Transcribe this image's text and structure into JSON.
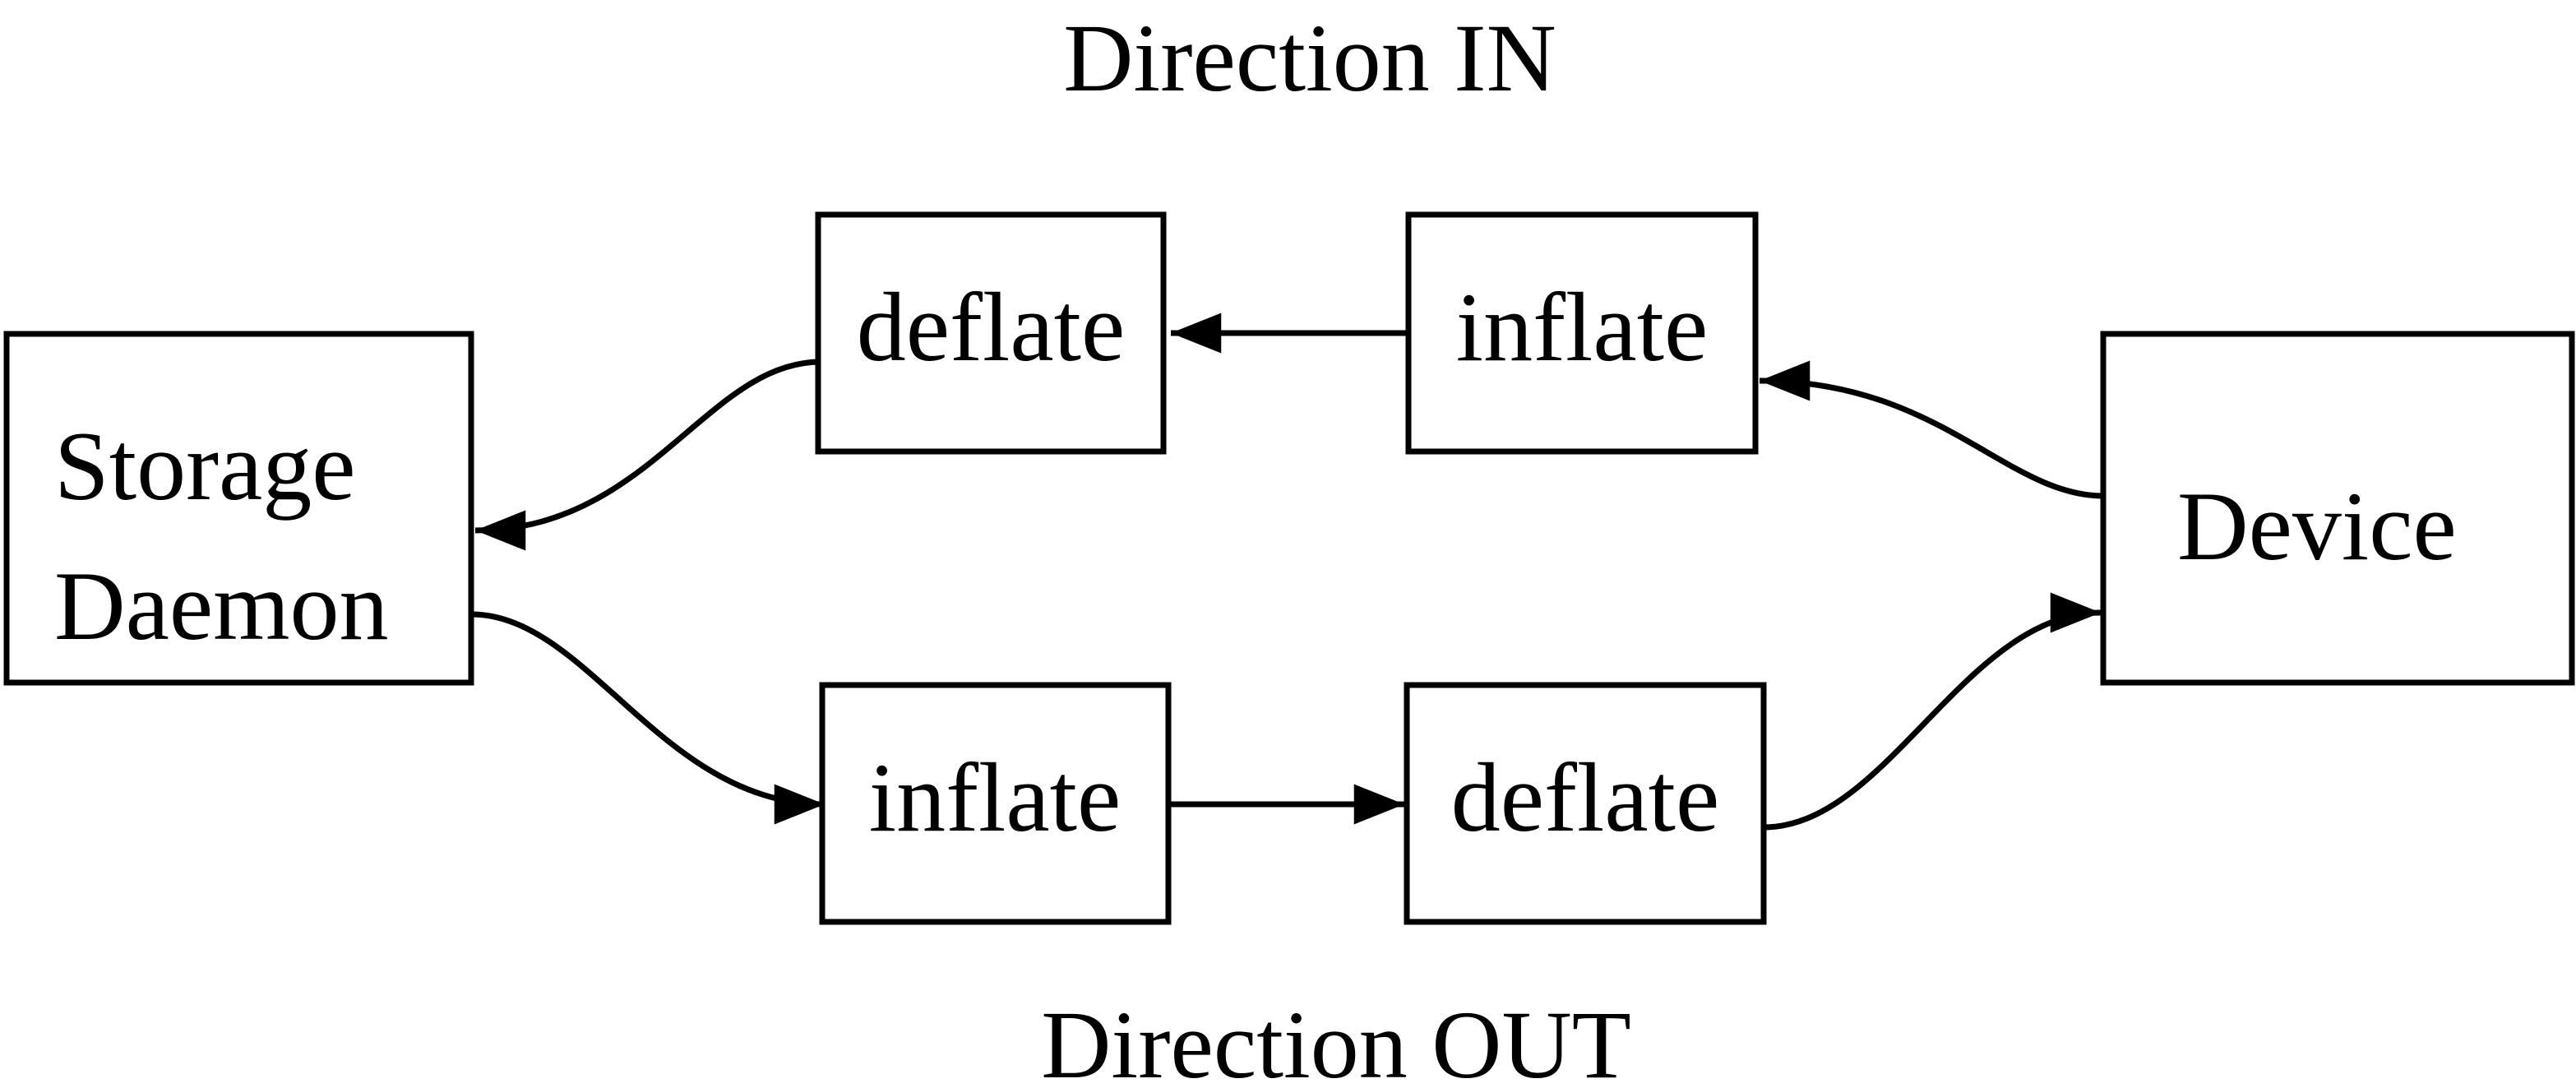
{
  "diagram": {
    "title_top": "Direction IN",
    "title_bottom": "Direction OUT",
    "nodes": {
      "storage_daemon": {
        "label_line1": "Storage",
        "label_line2": "Daemon"
      },
      "deflate_in": {
        "label": "deflate"
      },
      "inflate_in": {
        "label": "inflate"
      },
      "inflate_out": {
        "label": "inflate"
      },
      "deflate_out": {
        "label": "deflate"
      },
      "device": {
        "label": "Device"
      }
    },
    "edges": [
      {
        "from": "inflate_in",
        "to": "deflate_in",
        "direction": "IN"
      },
      {
        "from": "device",
        "to": "inflate_in",
        "direction": "IN"
      },
      {
        "from": "deflate_in",
        "to": "storage_daemon",
        "direction": "IN"
      },
      {
        "from": "storage_daemon",
        "to": "inflate_out",
        "direction": "OUT"
      },
      {
        "from": "inflate_out",
        "to": "deflate_out",
        "direction": "OUT"
      },
      {
        "from": "deflate_out",
        "to": "device",
        "direction": "OUT"
      }
    ],
    "colors": {
      "ink": "#000000",
      "background": "#ffffff"
    }
  }
}
